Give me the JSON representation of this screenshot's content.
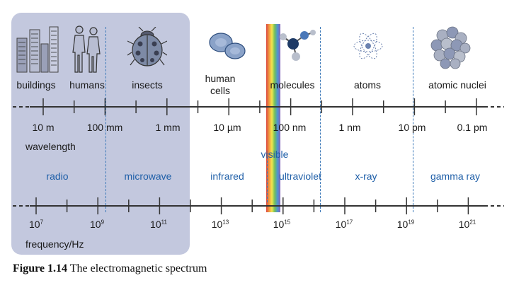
{
  "objects": [
    {
      "key": "buildings",
      "label": "buildings"
    },
    {
      "key": "humans",
      "label": "humans"
    },
    {
      "key": "insects",
      "label": "insects"
    },
    {
      "key": "cells",
      "label": "human\ncells"
    },
    {
      "key": "molecules",
      "label": "molecules"
    },
    {
      "key": "atoms",
      "label": "atoms"
    },
    {
      "key": "nuclei",
      "label": "atomic nuclei"
    }
  ],
  "wavelength_ticks": [
    "10 m",
    "100 mm",
    "1 mm",
    "10 µm",
    "100 nm",
    "1 nm",
    "10 pm",
    "0.1 pm"
  ],
  "wavelength_label": "wavelength",
  "visible_label": "visible",
  "regions": [
    "radio",
    "microwave",
    "infrared",
    "ultraviolet",
    "x-ray",
    "gamma ray"
  ],
  "frequency_ticks": [
    {
      "base": "10",
      "exp": "7"
    },
    {
      "base": "10",
      "exp": "9"
    },
    {
      "base": "10",
      "exp": "11"
    },
    {
      "base": "10",
      "exp": "13"
    },
    {
      "base": "10",
      "exp": "15"
    },
    {
      "base": "10",
      "exp": "17"
    },
    {
      "base": "10",
      "exp": "19"
    },
    {
      "base": "10",
      "exp": "21"
    }
  ],
  "frequency_label": "frequency/Hz",
  "caption": {
    "number": "Figure 1.14",
    "text": "The electromagnetic spectrum"
  },
  "colors": {
    "panel": "#c3c8de",
    "region_text": "#1f5fa8",
    "axis": "#333333",
    "divider": "#3b78b8"
  }
}
